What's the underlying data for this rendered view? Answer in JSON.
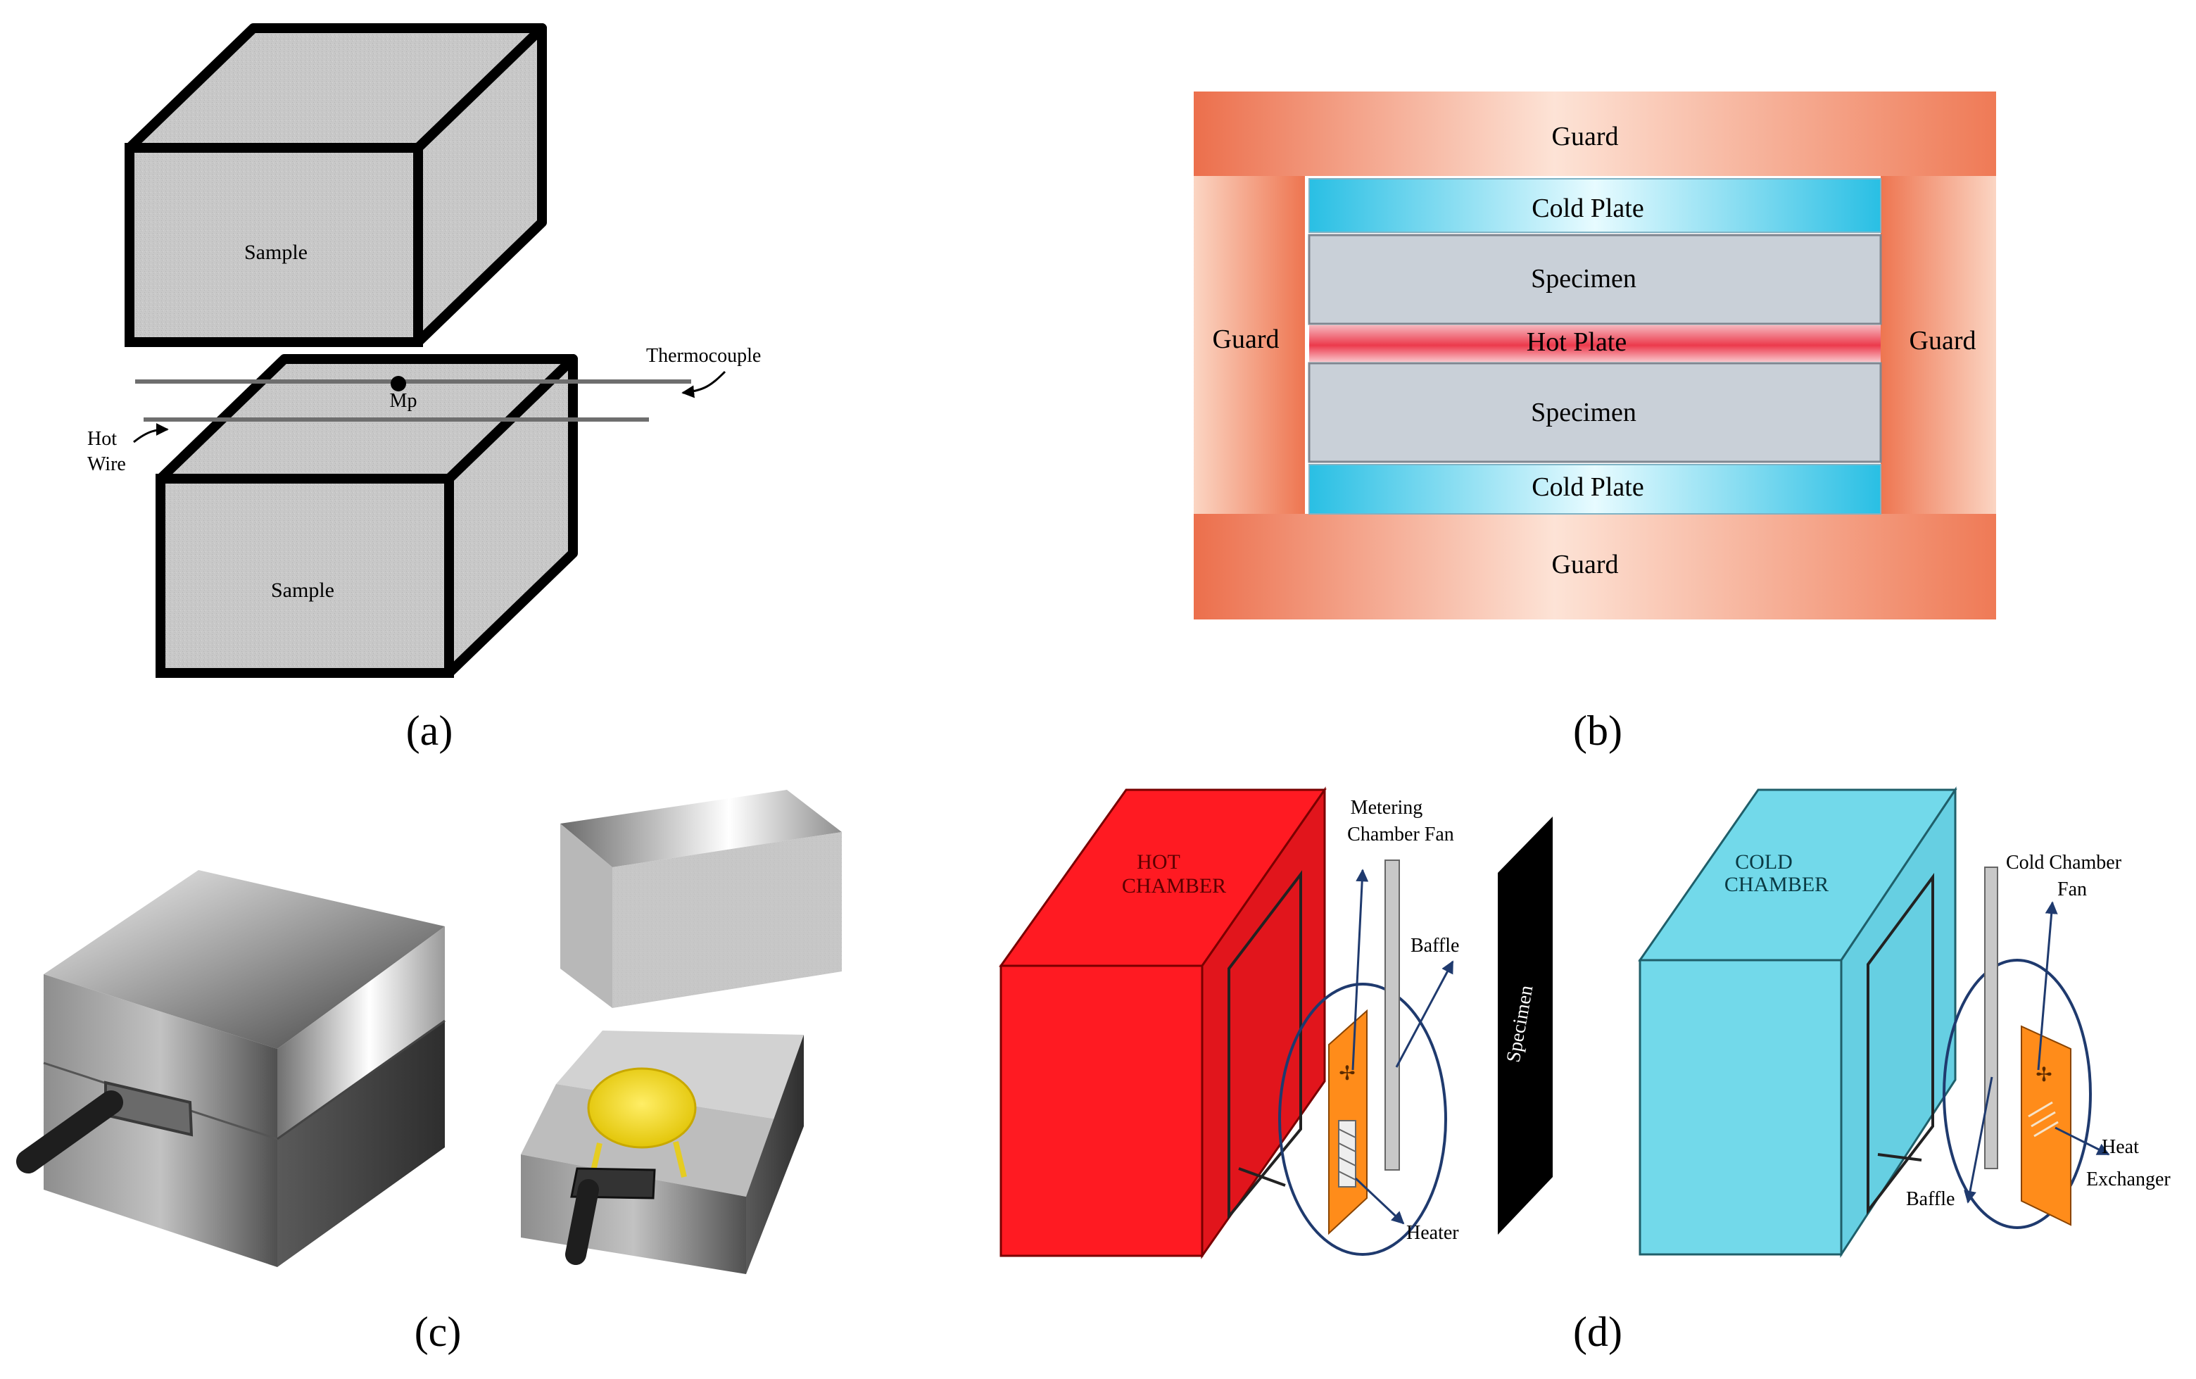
{
  "panel_a": {
    "caption": "(a)",
    "upper_sample": "Sample",
    "lower_sample": "Sample",
    "measurement_point": "Mp",
    "thermocouple": "Thermocouple",
    "hot_wire_line1": "Hot",
    "hot_wire_line2": "Wire"
  },
  "panel_b": {
    "caption": "(b)",
    "guard_top": "Guard",
    "guard_bottom": "Guard",
    "guard_left": "Guard",
    "guard_right": "Guard",
    "cold_plate_top": "Cold Plate",
    "specimen_top": "Specimen",
    "hot_plate": "Hot Plate",
    "specimen_bottom": "Specimen",
    "cold_plate_bottom": "Cold Plate"
  },
  "panel_c": {
    "caption": "(c)"
  },
  "panel_d": {
    "caption": "(d)",
    "hot_chamber_line1": "HOT",
    "hot_chamber_line2": "CHAMBER",
    "metering_fan_line1": "Metering",
    "metering_fan_line2": "Chamber Fan",
    "baffle_hot": "Baffle",
    "heater": "Heater",
    "specimen": "Specimen",
    "cold_chamber_line1": "COLD",
    "cold_chamber_line2": "CHAMBER",
    "cold_fan_line1": "Cold Chamber",
    "cold_fan_line2": "Fan",
    "baffle_cold": "Baffle",
    "heat_exchanger_line1": "Heat",
    "heat_exchanger_line2": "Exchanger"
  },
  "colors": {
    "sample_gray": "#c8c8c8",
    "guard_orange": "#ee7a58",
    "cold_plate_cyan": "#3cc6e6",
    "hot_plate_red": "#ee3c50",
    "specimen_gray": "#c9d0d8",
    "hot_chamber_red": "#ff1a22",
    "cold_chamber_cyan": "#72d9ea",
    "plate_orange": "#ff8c1a",
    "arrow_navy": "#1f3a6e"
  }
}
